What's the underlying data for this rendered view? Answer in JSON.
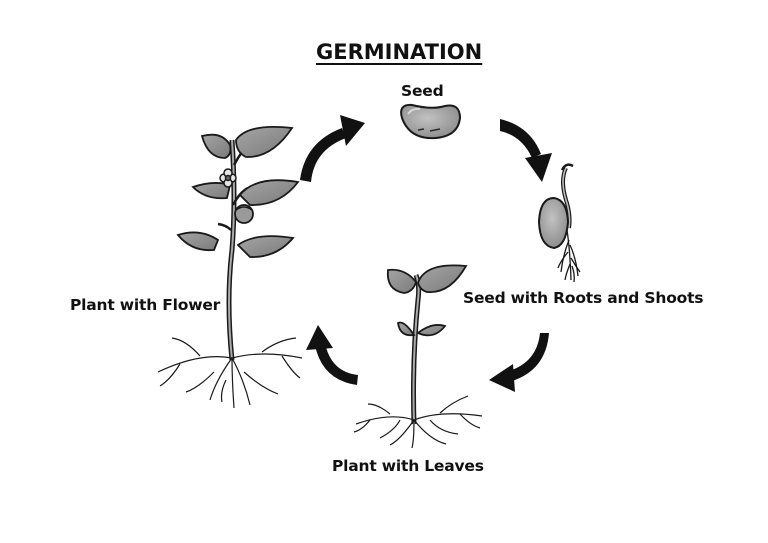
{
  "diagram": {
    "title": "GERMINATION",
    "stages": {
      "seed": "Seed",
      "roots_shoots": "Seed with Roots and Shoots",
      "leaves": "Plant with Leaves",
      "flower": "Plant with Flower"
    }
  },
  "colors": {
    "leaf_fill": "#8f8f8f",
    "seed_fill": "#9a9a9a",
    "stroke": "#1a1a1a",
    "arrow": "#111111"
  }
}
